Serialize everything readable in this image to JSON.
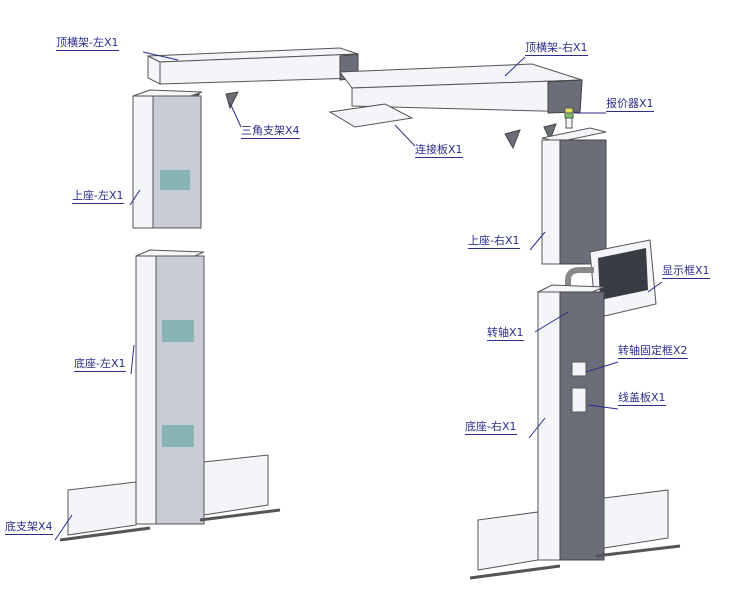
{
  "labels": {
    "top_beam_left": "顶横架-左X1",
    "top_beam_right": "顶横架-右X1",
    "price_indicator": "报价器X1",
    "triangle_bracket": "三角支架X4",
    "connecting_plate": "连接板X1",
    "upper_seat_left": "上座-左X1",
    "upper_seat_right": "上座-右X1",
    "display_frame": "显示框X1",
    "rotating_shaft": "转轴X1",
    "shaft_fixing_frame": "转轴固定框X2",
    "base_left": "底座-左X1",
    "cable_cover": "线盖板X1",
    "base_right": "底座-右X1",
    "bottom_bracket": "底支架X4"
  },
  "colors": {
    "label": "#2b2e8c",
    "panel_dark": "#6b6e78",
    "teal_accent": "#5fa3a0"
  }
}
